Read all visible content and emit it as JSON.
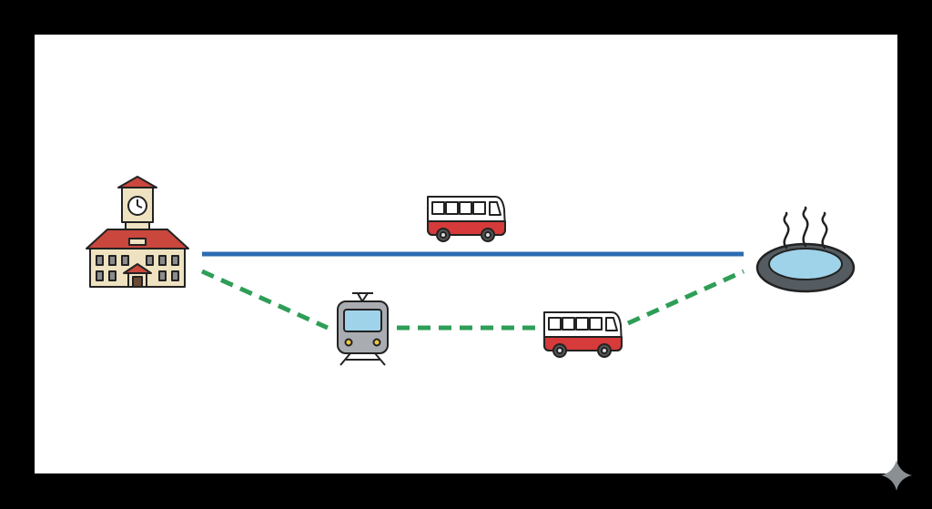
{
  "diagram": {
    "nodes": [
      {
        "id": "clock-tower",
        "icon": "clock-tower-icon",
        "role": "origin"
      },
      {
        "id": "tram",
        "icon": "tram-icon",
        "role": "transfer"
      },
      {
        "id": "bus-lower",
        "icon": "bus-icon",
        "role": "transfer"
      },
      {
        "id": "bus-upper",
        "icon": "bus-icon",
        "role": "direct"
      },
      {
        "id": "hot-spring",
        "icon": "hot-spring-icon",
        "role": "destination"
      }
    ],
    "routes": [
      {
        "id": "direct-route",
        "style": "solid",
        "color": "#2b6cb0",
        "mode": "bus"
      },
      {
        "id": "transfer-route",
        "style": "dashed",
        "color": "#2e9e57",
        "modes": [
          "tram",
          "bus"
        ]
      }
    ]
  },
  "colors": {
    "background": "#000000",
    "canvas": "#ffffff",
    "direct_route": "#2b6cb0",
    "transfer_route": "#2e9e57",
    "bus_red": "#d63a3a",
    "building_roof": "#c9473d",
    "building_wall": "#efe2c0",
    "tram_body": "#a9adb2",
    "water": "#9fd3ea"
  }
}
